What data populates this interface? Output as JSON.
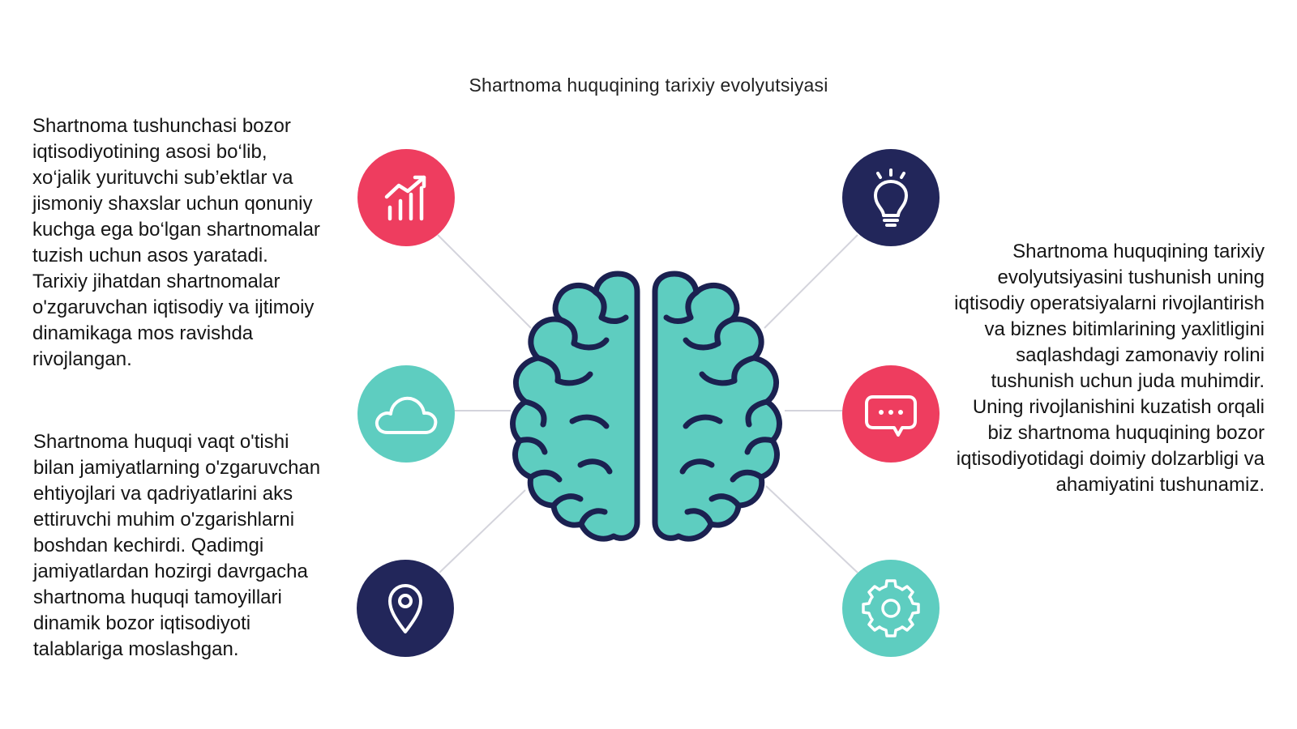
{
  "title": "Shartnoma huquqining tarixiy evolyutsiyasi",
  "left_text": {
    "paragraph_1": "Shartnoma tushunchasi bozor iqtisodiyotining asosi bo‘lib, xo‘jalik yurituvchi sub’ektlar va jismoniy shaxslar uchun qonuniy kuchga ega bo‘lgan shartnomalar tuzish uchun asos yaratadi. Tarixiy jihatdan shartnomalar o'zgaruvchan iqtisodiy va ijtimoiy dinamikaga mos ravishda rivojlangan.",
    "paragraph_2": "Shartnoma huquqi vaqt o'tishi bilan jamiyatlarning o'zgaruvchan ehtiyojlari va qadriyatlarini aks ettiruvchi muhim o'zgarishlarni boshdan kechirdi. Qadimgi jamiyatlardan hozirgi davrgacha shartnoma huquqi tamoyillari dinamik bozor iqtisodiyoti talablariga moslashgan."
  },
  "right_text": {
    "paragraph_1": "Shartnoma huquqining tarixiy evolyutsiyasini tushunish uning iqtisodiy operatsiyalarni rivojlantirish va biznes bitimlarining yaxlitligini saqlashdagi zamonaviy rolini tushunish uchun juda muhimdir. Uning rivojlanishini kuzatish orqali biz shartnoma huquqining bozor iqtisodiyotidagi doimiy dolzarbligi va ahamiyatini tushunamiz."
  },
  "diagram": {
    "center_icon": "brain-icon",
    "nodes": [
      {
        "icon": "growth-chart-icon",
        "color": "#EE3D5F"
      },
      {
        "icon": "cloud-icon",
        "color": "#5ECDC0"
      },
      {
        "icon": "location-pin-icon",
        "color": "#22265A"
      },
      {
        "icon": "lightbulb-icon",
        "color": "#22265A"
      },
      {
        "icon": "chat-bubble-icon",
        "color": "#EE3D5F"
      },
      {
        "icon": "gear-icon",
        "color": "#5ECDC0"
      }
    ],
    "colors": {
      "red": "#EE3D5F",
      "teal": "#5ECDC0",
      "navy": "#22265A",
      "brain_fill": "#5ECDC0",
      "brain_outline": "#1B2150",
      "connector": "#D4D4DC"
    }
  }
}
